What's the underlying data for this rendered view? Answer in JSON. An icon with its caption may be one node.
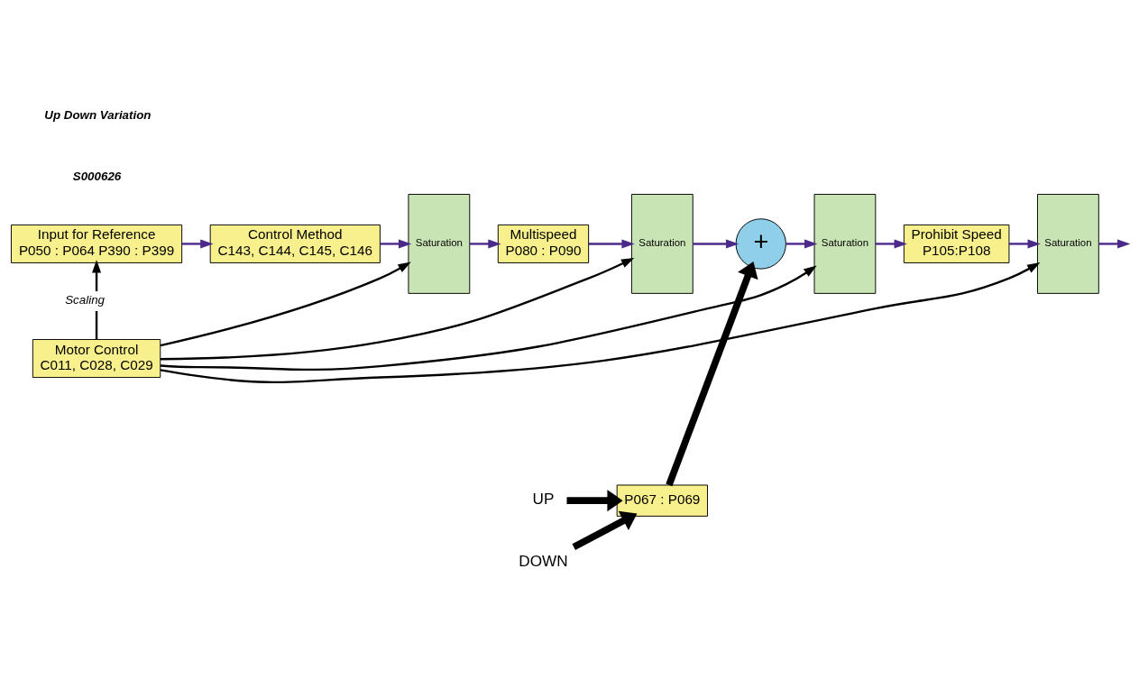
{
  "diagram": {
    "nodes": [
      {
        "text": [
          "Input for Reference",
          "P050 : P064 P390 : P399"
        ]
      },
      {
        "text": [
          "Control Method",
          "C143, C144, C145, C146"
        ]
      },
      {
        "text": [
          "Saturation"
        ]
      },
      {
        "text": [
          "Multispeed",
          "P080 : P090"
        ]
      },
      {
        "text": [
          "Saturation"
        ]
      },
      {
        "text": [
          "+"
        ]
      },
      {
        "text": [
          "Saturation"
        ]
      },
      {
        "text": [
          "Prohibit Speed",
          "P105:P108"
        ]
      },
      {
        "text": [
          "Saturation"
        ]
      },
      {
        "text": [
          "Motor Control",
          "C011, C028, C029"
        ]
      },
      {
        "text": [
          "P067 : P069"
        ]
      },
      {
        "text": [
          "UP"
        ]
      },
      {
        "text": [
          "DOWN"
        ]
      }
    ],
    "edges": [
      {
        "from": 0,
        "to": 1,
        "arrow": "to"
      },
      {
        "from": 1,
        "to": 2,
        "arrow": "to"
      },
      {
        "from": 2,
        "to": 3,
        "arrow": "to"
      },
      {
        "from": 3,
        "to": 4,
        "arrow": "to"
      },
      {
        "from": 4,
        "to": 5,
        "arrow": "to"
      },
      {
        "from": 5,
        "to": 6,
        "arrow": "to"
      },
      {
        "from": 6,
        "to": 7,
        "arrow": "to"
      },
      {
        "from": 7,
        "to": 8,
        "arrow": "to"
      },
      {
        "from": 8,
        "to": null,
        "arrow": "to"
      },
      {
        "from": 9,
        "to": 0,
        "arrow": "to",
        "label": "Scaling",
        "color": "#000000"
      },
      {
        "from": 9,
        "to": 2,
        "arrow": "to",
        "color": "#000000"
      },
      {
        "from": 9,
        "to": 4,
        "arrow": "to",
        "color": "#000000"
      },
      {
        "from": 9,
        "to": 6,
        "arrow": "to",
        "color": "#000000"
      },
      {
        "from": 9,
        "to": 8,
        "arrow": "to",
        "color": "#000000"
      },
      {
        "from": 10,
        "to": 5,
        "arrow": "to",
        "style": "thick",
        "color": "#000000"
      },
      {
        "from": 11,
        "to": 10,
        "arrow": "to",
        "style": "thick",
        "color": "#000000"
      },
      {
        "from": 12,
        "to": 10,
        "arrow": "to",
        "style": "thick",
        "color": "#000000"
      }
    ],
    "labels": [
      "S000626",
      "Up Down Variation"
    ]
  }
}
